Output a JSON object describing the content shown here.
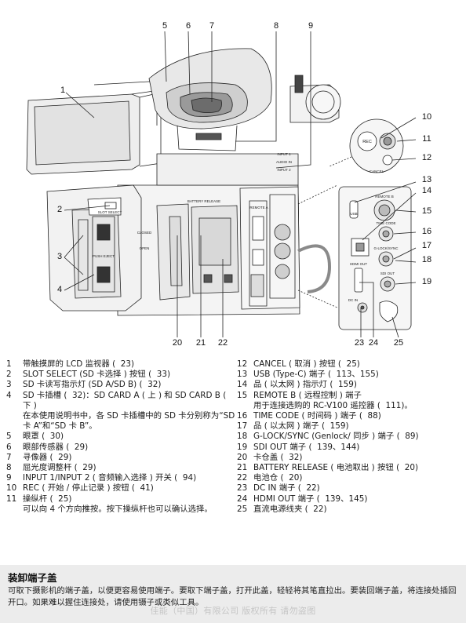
{
  "callouts": [
    "1",
    "2",
    "3",
    "4",
    "5",
    "6",
    "7",
    "8",
    "9",
    "10",
    "11",
    "12",
    "13",
    "14",
    "15",
    "16",
    "17",
    "18",
    "19",
    "20",
    "21",
    "22",
    "23",
    "24",
    "25"
  ],
  "panel_labels": {
    "rec": "REC",
    "cancel": "CANCEL",
    "usb": "USB",
    "remote_b": "REMOTE B",
    "time_code": "TIME CODE",
    "g_lock_sync": "G-LOCK/SYNC",
    "sdi_out": "SDI OUT",
    "hdmi_out": "HDMI OUT",
    "dc_in": "DC IN",
    "slot_select": "SLOT SELECT",
    "push_eject": "PUSH EJECT",
    "battery_release": "BATTERY RELEASE",
    "audio_in": "AUDIO IN",
    "input_1": "INPUT 1",
    "input_2": "INPUT 2",
    "closed": "CLOSED",
    "open": "OPEN",
    "remote_a": "REMOTE A"
  },
  "legend_left": [
    {
      "n": "1",
      "text": "带触摸屏的 LCD 监视器 (  23)"
    },
    {
      "n": "2",
      "text": "SLOT SELECT (SD 卡选择 ) 按钮 (  33)"
    },
    {
      "n": "3",
      "text": "SD 卡读写指示灯 (SD A/SD B) (  32)"
    },
    {
      "n": "4",
      "text": "SD 卡插槽 (  32)：SD CARD A ( 上 ) 和 SD CARD B ( 下 )",
      "sub": "在本使用说明书中，各 SD 卡插槽中的 SD 卡分别称为“SD 卡 A”和“SD 卡 B”。"
    },
    {
      "n": "5",
      "text": "眼罩 (  30)"
    },
    {
      "n": "6",
      "text": "眼部传感器 (  29)"
    },
    {
      "n": "7",
      "text": "寻像器 (  29)"
    },
    {
      "n": "8",
      "text": "屈光度调整杆 (  29)"
    },
    {
      "n": "9",
      "text": "INPUT 1/INPUT 2 ( 音频输入选择 ) 开关 (  94)"
    },
    {
      "n": "10",
      "text": "REC ( 开始 / 停止记录 ) 按钮 (  41)"
    },
    {
      "n": "11",
      "text": "操纵杆 (  25)",
      "sub": "可以向 4 个方向推按。按下操纵杆也可以确认选择。"
    }
  ],
  "legend_right": [
    {
      "n": "12",
      "text": "CANCEL ( 取消 ) 按钮 (  25)"
    },
    {
      "n": "13",
      "text": "USB (Type-C) 端子 (  113、155)"
    },
    {
      "n": "14",
      "text": "品 ( 以太网 ) 指示灯 (  159)"
    },
    {
      "n": "15",
      "text": "REMOTE B ( 远程控制 ) 端子",
      "sub": "用于连接选购的 RC-V100 遥控器 (  111)。"
    },
    {
      "n": "16",
      "text": "TIME CODE ( 时间码 ) 端子 (  88)"
    },
    {
      "n": "17",
      "text": "品 ( 以太网 ) 端子 (  159)"
    },
    {
      "n": "18",
      "text": "G-LOCK/SYNC (Genlock/ 同步 ) 端子 (  89)"
    },
    {
      "n": "19",
      "text": "SDI OUT 端子 (  139、144)"
    },
    {
      "n": "20",
      "text": "卡仓盖 (  32)"
    },
    {
      "n": "21",
      "text": "BATTERY RELEASE ( 电池取出 ) 按钮 (  20)"
    },
    {
      "n": "22",
      "text": "电池仓 (  20)"
    },
    {
      "n": "23",
      "text": "DC IN 端子 (  22)"
    },
    {
      "n": "24",
      "text": "HDMI OUT 端子 (  139、145)"
    },
    {
      "n": "25",
      "text": "直流电源线夹 (  22)"
    }
  ],
  "panel": {
    "title": "装卸端子盖",
    "body": "可取下摄影机的端子盖，以便更容易使用端子。要取下端子盖，打开此盖，轻轻将其笔直拉出。要装回端子盖，将连接处插回开口。如果难以握住连接处，请使用镊子或类似工具。"
  },
  "watermark": "佳能（中国）有限公司 版权所有 请勿盗图"
}
